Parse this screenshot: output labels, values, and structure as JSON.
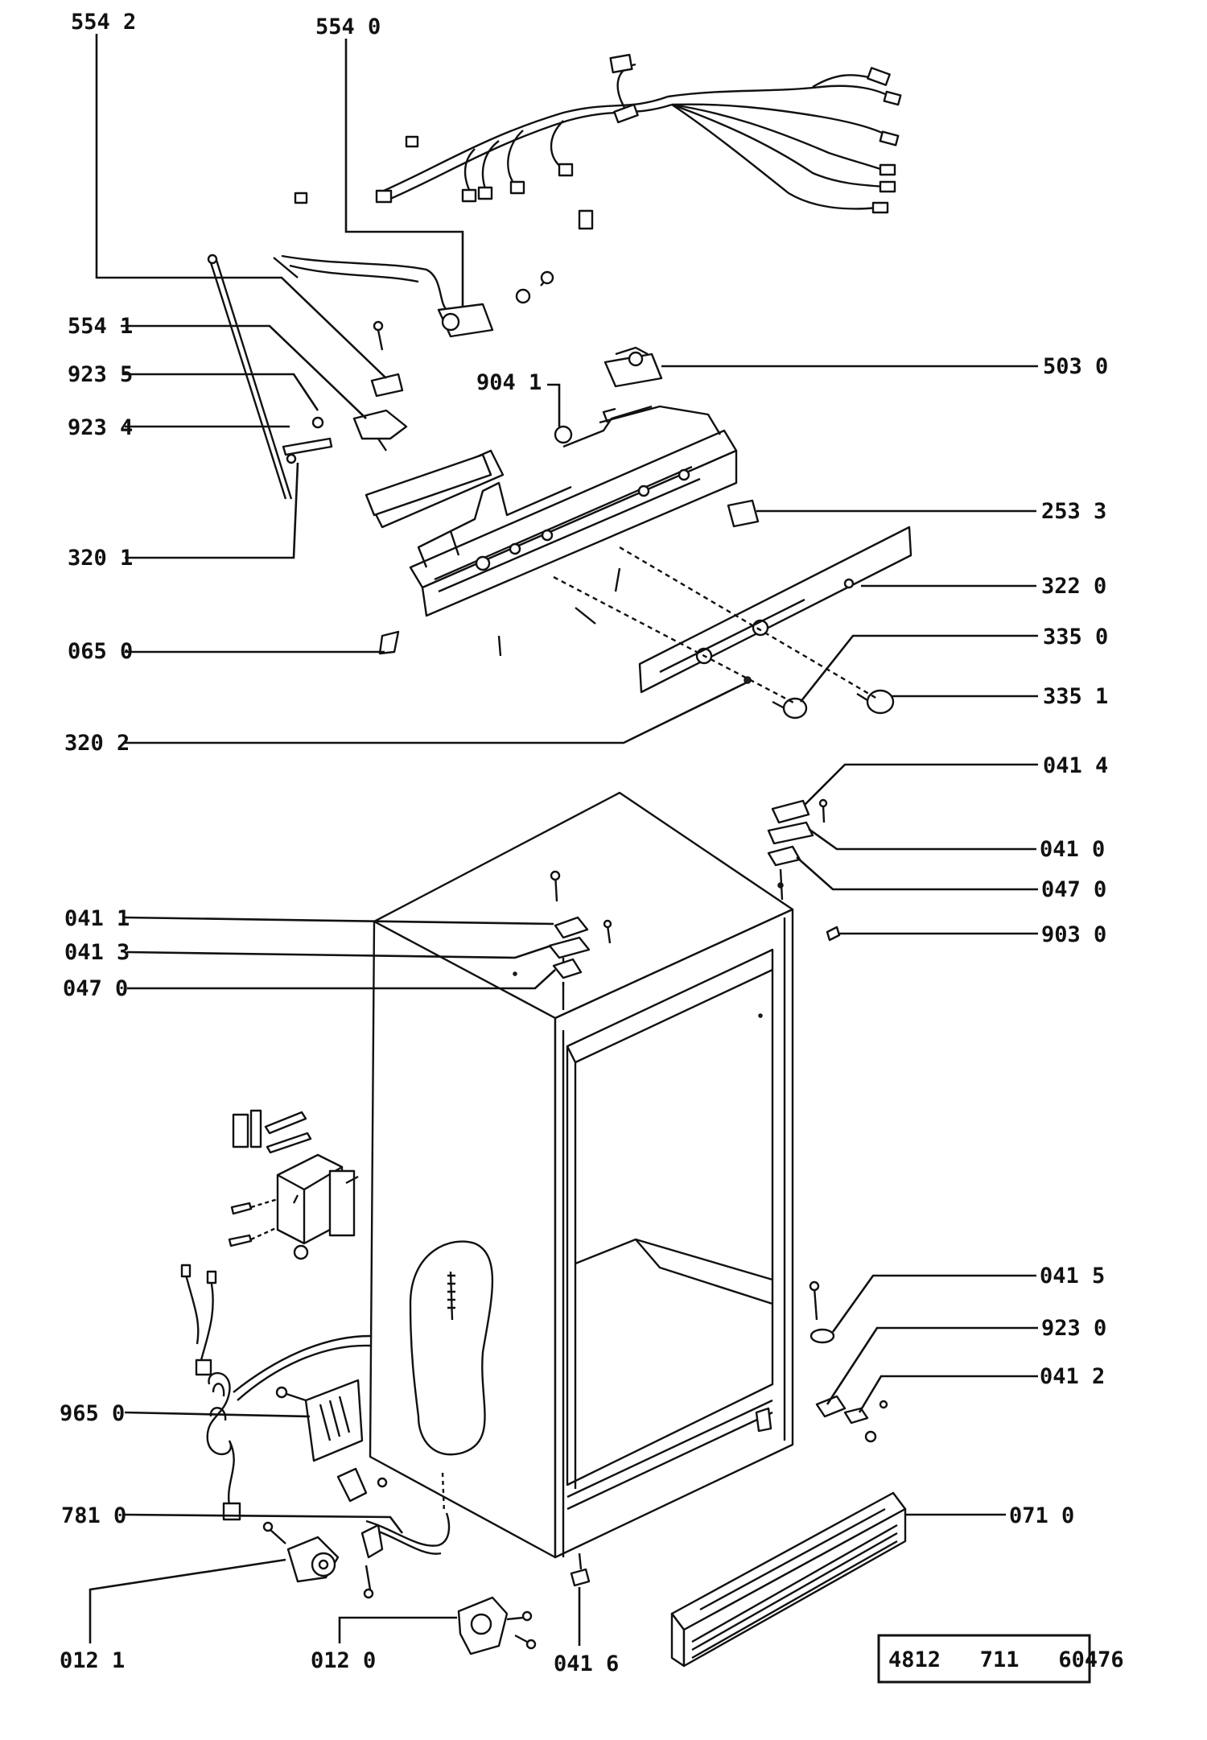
{
  "diagram": {
    "labels": [
      {
        "id": "l5542",
        "text": "554 2"
      },
      {
        "id": "l5540",
        "text": "554 0"
      },
      {
        "id": "l5541",
        "text": "554 1"
      },
      {
        "id": "l9235",
        "text": "923 5"
      },
      {
        "id": "l9234",
        "text": "923 4"
      },
      {
        "id": "l9041",
        "text": "904 1"
      },
      {
        "id": "l3201",
        "text": "320 1"
      },
      {
        "id": "l0650",
        "text": "065 0"
      },
      {
        "id": "l3202",
        "text": "320 2"
      },
      {
        "id": "l5030",
        "text": "503 0"
      },
      {
        "id": "l2533",
        "text": "253 3"
      },
      {
        "id": "l3220",
        "text": "322 0"
      },
      {
        "id": "l3350",
        "text": "335 0"
      },
      {
        "id": "l3351",
        "text": "335 1"
      },
      {
        "id": "l0414",
        "text": "041 4"
      },
      {
        "id": "l0410",
        "text": "041 0"
      },
      {
        "id": "l0470r",
        "text": "047 0"
      },
      {
        "id": "l9030",
        "text": "903 0"
      },
      {
        "id": "l0411",
        "text": "041 1"
      },
      {
        "id": "l0413",
        "text": "041 3"
      },
      {
        "id": "l0470l",
        "text": "047 0"
      },
      {
        "id": "l0415",
        "text": "041 5"
      },
      {
        "id": "l9230",
        "text": "923 0"
      },
      {
        "id": "l0412",
        "text": "041 2"
      },
      {
        "id": "l9650",
        "text": "965 0"
      },
      {
        "id": "l7810",
        "text": "781 0"
      },
      {
        "id": "l0710",
        "text": "071 0"
      },
      {
        "id": "l0121",
        "text": "012 1"
      },
      {
        "id": "l0120",
        "text": "012 0"
      },
      {
        "id": "l0416",
        "text": "041 6"
      }
    ],
    "reference_number": "4812   711   60476"
  }
}
